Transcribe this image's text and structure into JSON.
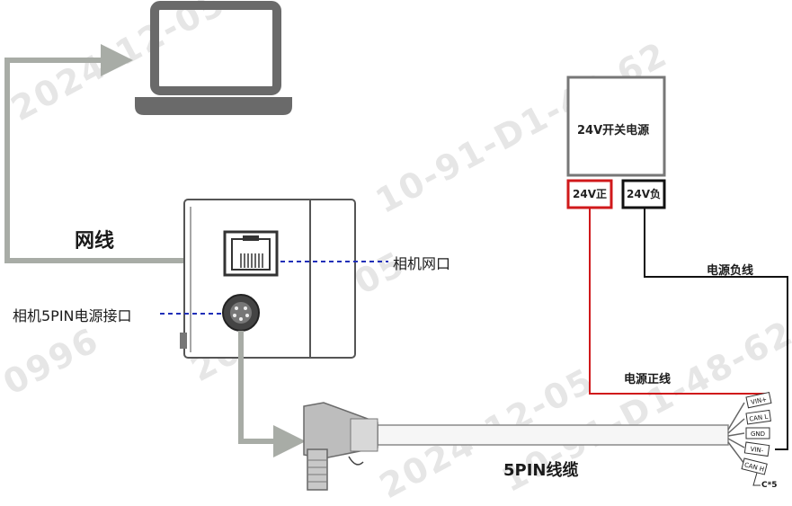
{
  "watermark": {
    "text_a": "2024-12-05",
    "text_b": "10-91-D1-48-62",
    "text_c": "0996"
  },
  "labels": {
    "network_cable": "网线",
    "camera_network_port": "相机网口",
    "camera_power_port": "相机5PIN电源接口",
    "power_supply": "24V开关电源",
    "positive_terminal": "24V正",
    "negative_terminal": "24V负",
    "negative_wire": "电源负线",
    "positive_wire": "电源正线",
    "cable": "5PIN线缆"
  },
  "pins": [
    "VIN+",
    "CAN L",
    "GND",
    "VIN-",
    "CAN H"
  ],
  "pin_note": "C*5",
  "colors": {
    "gray_arrow": "#a8aca6",
    "positive": "#d0191b",
    "negative": "#111111",
    "dashed": "#1f2fb8",
    "device": "#555555"
  }
}
